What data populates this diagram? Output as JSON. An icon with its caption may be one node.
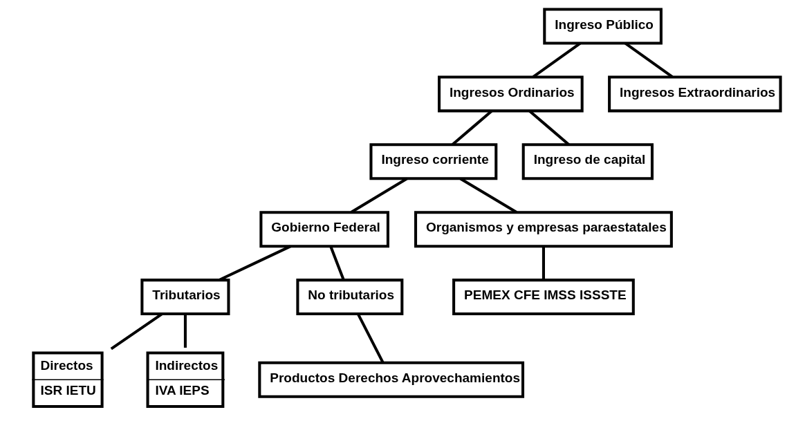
{
  "diagram": {
    "nodes": [
      {
        "text": [
          "Ingreso Público"
        ]
      },
      {
        "text": [
          "Ingresos Ordinarios"
        ]
      },
      {
        "text": [
          "Ingresos Extraordinarios"
        ]
      },
      {
        "text": [
          "Ingreso corriente"
        ]
      },
      {
        "text": [
          "Ingreso de capital"
        ]
      },
      {
        "text": [
          "Gobierno Federal"
        ]
      },
      {
        "text": [
          "Organismos y empresas paraestatales"
        ]
      },
      {
        "text": [
          "Tributarios"
        ]
      },
      {
        "text": [
          "No tributarios"
        ]
      },
      {
        "text": [
          "Directos",
          "ISR IETU"
        ]
      },
      {
        "text": [
          "Indirectos",
          "IVA IEPS"
        ]
      },
      {
        "text": [
          "Productos Derechos Aprovechamientos"
        ]
      },
      {
        "text": [
          "PEMEX CFE IMSS ISSSTE"
        ]
      }
    ],
    "edges": [
      {
        "from": 0,
        "to": 1,
        "arrow": "none"
      },
      {
        "from": 0,
        "to": 2,
        "arrow": "none"
      },
      {
        "from": 1,
        "to": 3,
        "arrow": "none"
      },
      {
        "from": 1,
        "to": 4,
        "arrow": "none"
      },
      {
        "from": 3,
        "to": 5,
        "arrow": "none"
      },
      {
        "from": 3,
        "to": 6,
        "arrow": "none"
      },
      {
        "from": 5,
        "to": 7,
        "arrow": "none"
      },
      {
        "from": 5,
        "to": 8,
        "arrow": "none"
      },
      {
        "from": 7,
        "to": 9,
        "arrow": "none"
      },
      {
        "from": 7,
        "to": 10,
        "arrow": "none"
      },
      {
        "from": 8,
        "to": 11,
        "arrow": "none"
      },
      {
        "from": 6,
        "to": 12,
        "arrow": "none"
      }
    ]
  }
}
